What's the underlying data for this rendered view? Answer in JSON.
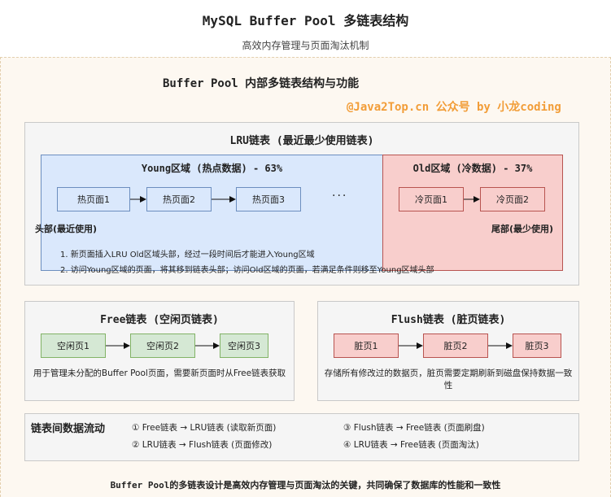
{
  "title": "MySQL Buffer Pool 多链表结构",
  "subtitle": "高效内存管理与页面淘汰机制",
  "section_title": "Buffer Pool 内部多链表结构与功能",
  "watermark": "@Java2Top.cn 公众号 by 小龙coding",
  "lru": {
    "title": "LRU链表 (最近最少使用链表)",
    "young": {
      "title": "Young区域 (热点数据) - 63%",
      "pages": [
        "热页面1",
        "热页面2",
        "热页面3"
      ]
    },
    "ellipsis": "···",
    "old": {
      "title": "Old区域 (冷数据) - 37%",
      "pages": [
        "冷页面1",
        "冷页面2"
      ]
    },
    "head_label": "头部(最近使用)",
    "tail_label": "尾部(最少使用)",
    "notes": [
      "1. 新页面插入LRU Old区域头部，经过一段时间后才能进入Young区域",
      "2. 访问Young区域的页面，将其移到链表头部；访问Old区域的页面，若满足条件则移至Young区域头部"
    ]
  },
  "free": {
    "title": "Free链表 (空闲页链表)",
    "pages": [
      "空闲页1",
      "空闲页2",
      "空闲页3"
    ],
    "desc": "用于管理未分配的Buffer Pool页面，需要新页面时从Free链表获取"
  },
  "flush": {
    "title": "Flush链表 (脏页链表)",
    "pages": [
      "脏页1",
      "脏页2",
      "脏页3"
    ],
    "desc": "存储所有修改过的数据页，脏页需要定期刷新到磁盘保持数据一致性"
  },
  "flow": {
    "title": "链表间数据流动",
    "items": [
      "① Free链表 → LRU链表 (读取新页面)",
      "② LRU链表 → Flush链表 (页面修改)",
      "③ Flush链表 → Free链表 (页面刷盘)",
      "④ LRU链表 → Free链表 (页面淘汰)"
    ]
  },
  "footer": "Buffer Pool的多链表设计是高效内存管理与页面淘汰的关键，共同确保了数据库的性能和一致性",
  "colors": {
    "young_fill": "#dae8fc",
    "young_stroke": "#6c8ebf",
    "old_fill": "#f8cecc",
    "old_stroke": "#b85450",
    "free_fill": "#d5e8d4",
    "free_stroke": "#82b366",
    "watermark": "#f29d38"
  }
}
